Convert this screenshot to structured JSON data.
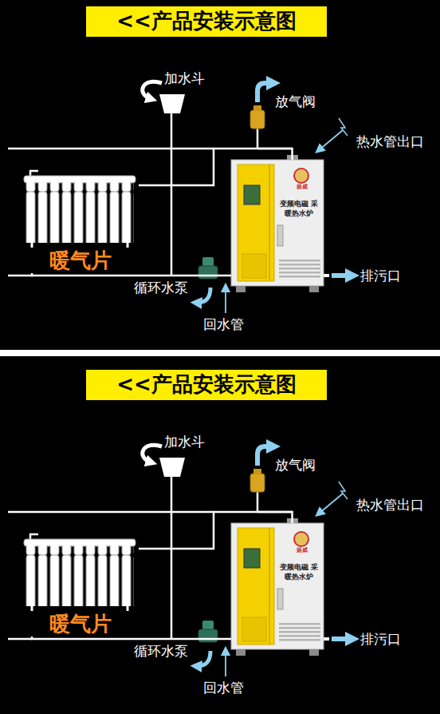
{
  "diagram": {
    "nodes": [
      {
        "text": [
          "<<产品安装示意图"
        ]
      },
      {
        "text": [
          "暖气片"
        ]
      },
      {
        "text": [
          "扬威",
          "变频电磁 采暖热水炉"
        ]
      },
      {
        "text": [
          "<<产品安装示意图"
        ]
      },
      {
        "text": [
          "暖气片"
        ]
      },
      {
        "text": [
          "扬威",
          "变频电磁 采暖热水炉"
        ]
      }
    ],
    "edges": [
      {
        "from": 2,
        "to": 1,
        "arrow": "none"
      },
      {
        "from": 1,
        "to": 2,
        "arrow": "none"
      },
      {
        "from": 5,
        "to": 4,
        "arrow": "none"
      },
      {
        "from": 4,
        "to": 5,
        "arrow": "none"
      }
    ],
    "labels": [
      "加水斗",
      "放气阀",
      "热水管出口",
      "循环水泵",
      "排污口",
      "回水管",
      "加水斗",
      "放气阀",
      "热水管出口",
      "循环水泵",
      "排污口",
      "回水管"
    ]
  }
}
